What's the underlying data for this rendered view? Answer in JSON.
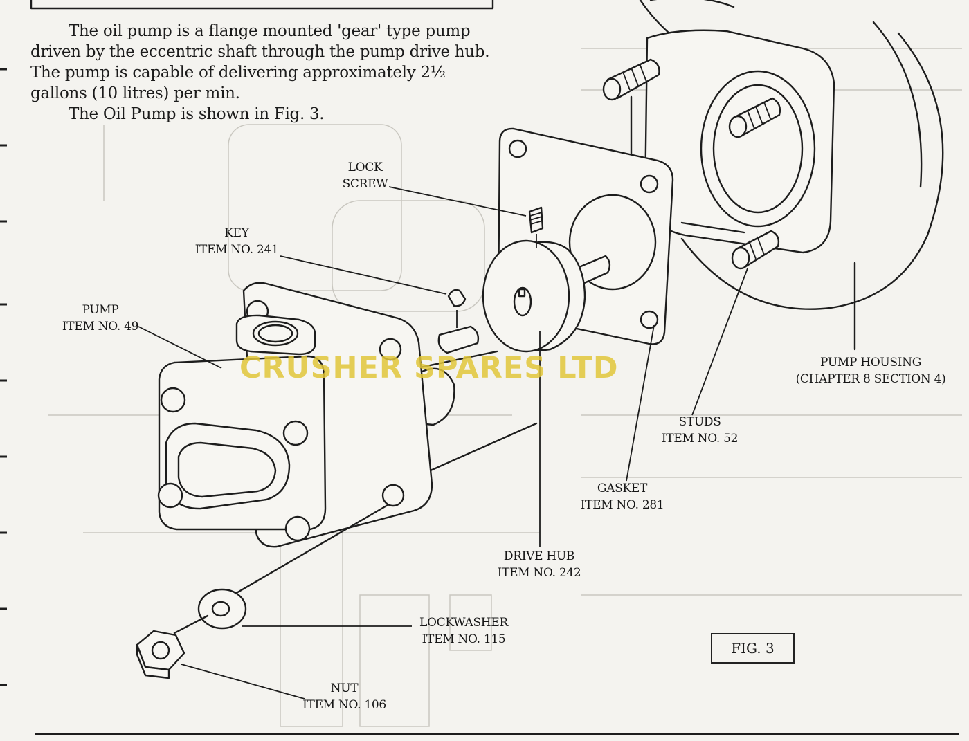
{
  "intro": {
    "paragraph1": "The oil pump is a flange mounted 'gear' type pump driven by the eccentric shaft through the pump drive hub. The pump is capable of delivering approximately 2½ gallons (10 litres) per min.",
    "paragraph2": "The Oil Pump is shown in Fig. 3."
  },
  "labels": {
    "lock_screw": "LOCK\nSCREW",
    "key": "KEY\nITEM NO. 241",
    "pump": "PUMP\nITEM NO. 49",
    "pump_housing": "PUMP HOUSING\n(CHAPTER 8 SECTION 4)",
    "studs": "STUDS\nITEM NO. 52",
    "gasket": "GASKET\nITEM NO. 281",
    "drive_hub": "DRIVE HUB\nITEM NO. 242",
    "lockwasher": "LOCKWASHER\nITEM NO. 115",
    "nut": "NUT\nITEM NO. 106"
  },
  "figure_caption": "FIG. 3",
  "watermark": "CRUSHER SPARES LTD",
  "colors": {
    "paper": "#f4f3ef",
    "ink": "#1d1d1d",
    "watermark": "#e0c63a",
    "bleed_through": "#c9c7c0"
  }
}
